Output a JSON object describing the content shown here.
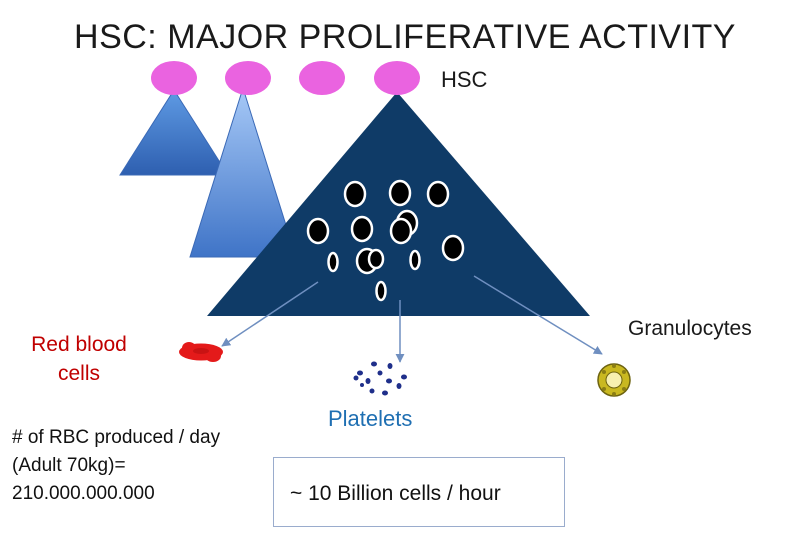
{
  "title": "HSC: MAJOR PROLIFERATIVE ACTIVITY",
  "labels": {
    "hsc": "HSC",
    "granulocytes": "Granulocytes",
    "rbc": "Red blood cells",
    "platelets": "Platelets"
  },
  "rbc_count": "# of RBC produced / day\n(Adult 70kg)=\n210.000.000.000",
  "rate": "~ 10 Billion cells / hour",
  "colors": {
    "hsc_cells": "#ea63e0",
    "pyramid": "#0f3b67",
    "small_pyramids": "#4f86d0",
    "rbc": "#e41a1a",
    "platelet": "#1f2f8a",
    "granulocyte": "#c9b820",
    "arrow": "#6f8fc0"
  }
}
